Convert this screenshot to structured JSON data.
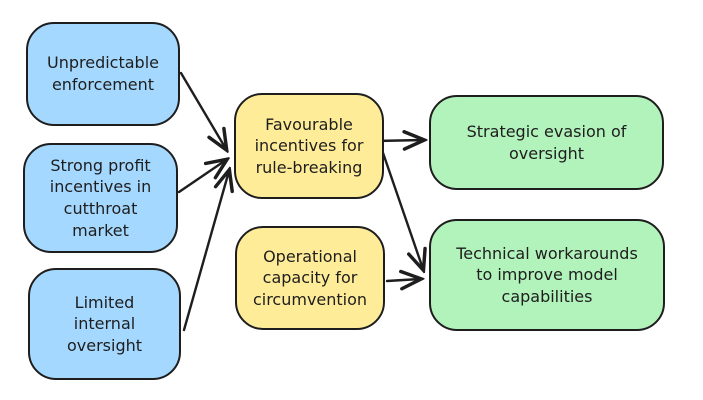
{
  "diagram": {
    "background_color": "#ffffff",
    "stroke_color": "#1e1e1e",
    "palette": {
      "blue_fill": "#a5d8ff",
      "yellow_fill": "#ffec99",
      "green_fill": "#b2f2bb"
    },
    "nodes": [
      {
        "id": "unpredictable-enforcement",
        "label": "Unpredictable\nenforcement",
        "fill": "#a5d8ff"
      },
      {
        "id": "strong-profit-incentives",
        "label": "Strong profit\nincentives in\ncutthroat\nmarket",
        "fill": "#a5d8ff"
      },
      {
        "id": "limited-internal-oversight",
        "label": "Limited\ninternal\noversight",
        "fill": "#a5d8ff"
      },
      {
        "id": "favourable-incentives",
        "label": "Favourable\nincentives for\nrule-breaking",
        "fill": "#ffec99"
      },
      {
        "id": "operational-capacity",
        "label": "Operational\ncapacity for\ncircumvention",
        "fill": "#ffec99"
      },
      {
        "id": "strategic-evasion",
        "label": "Strategic evasion of\noversight",
        "fill": "#b2f2bb"
      },
      {
        "id": "technical-workarounds",
        "label": "Technical workarounds\nto improve model\ncapabilities",
        "fill": "#b2f2bb"
      }
    ],
    "edges": [
      {
        "from": "unpredictable-enforcement",
        "to": "favourable-incentives"
      },
      {
        "from": "strong-profit-incentives",
        "to": "favourable-incentives"
      },
      {
        "from": "limited-internal-oversight",
        "to": "favourable-incentives"
      },
      {
        "from": "favourable-incentives",
        "to": "strategic-evasion"
      },
      {
        "from": "favourable-incentives",
        "to": "technical-workarounds"
      },
      {
        "from": "operational-capacity",
        "to": "technical-workarounds"
      }
    ]
  }
}
